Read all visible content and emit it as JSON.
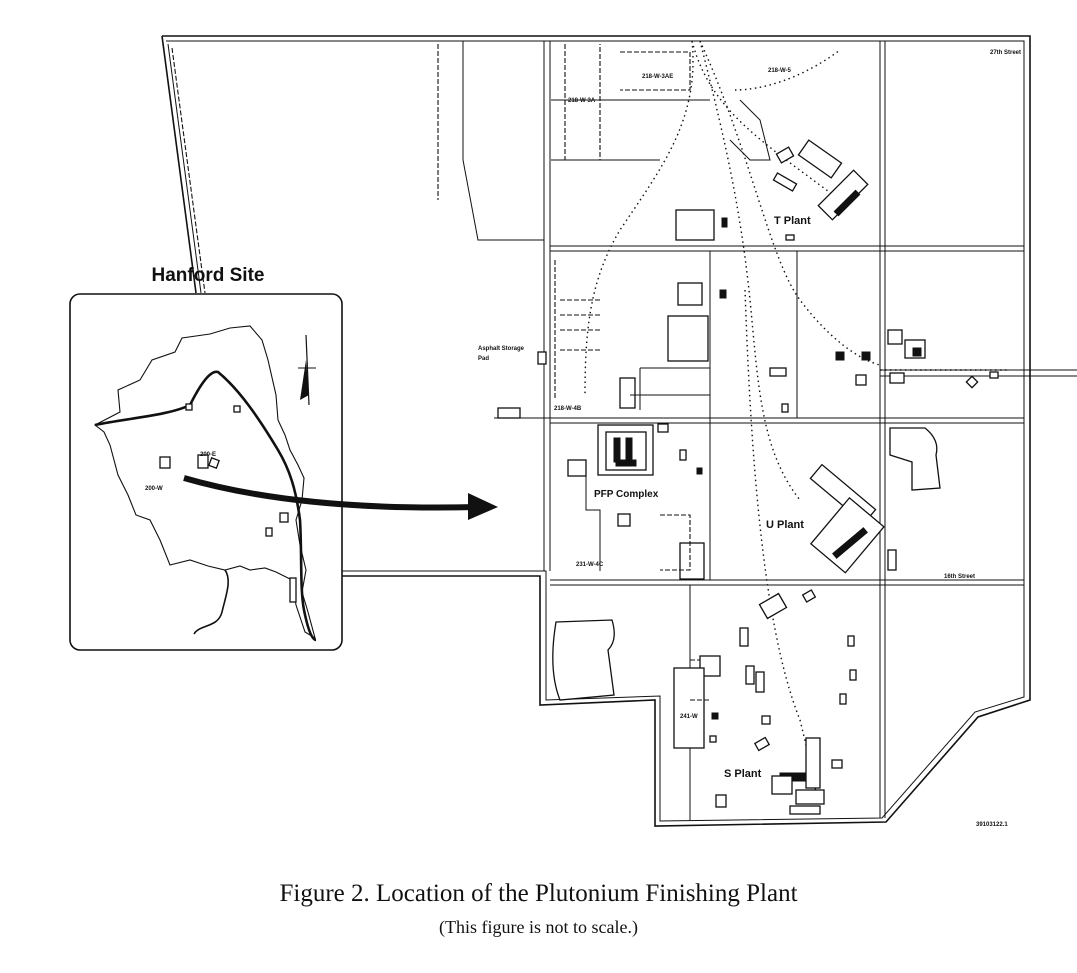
{
  "inset": {
    "title": "Hanford Site",
    "area_labels": {
      "east": "200-E",
      "west": "200-W"
    }
  },
  "map_labels": {
    "t_plant": "T Plant",
    "u_plant": "U Plant",
    "s_plant": "S Plant",
    "pfp_complex": "PFP Complex",
    "asphalt_line1": "Asphalt Storage",
    "asphalt_line2": "Pad",
    "tank_218_w_3ae": "218-W-3AE",
    "tank_218_w_3a": "218-W-3A",
    "tank_218_w_5": "218-W-5",
    "tank_218_w_4b": "218-W-4B",
    "tank_241_w": "241-W",
    "tank_231_w_4c": "231-W-4C",
    "street_27th": "27th Street",
    "street_16th": "16th Street",
    "figure_number": "39103122.1"
  },
  "caption": {
    "title": "Figure 2.  Location of the Plutonium Finishing Plant",
    "subtitle": "(This figure is not to scale.)"
  },
  "colors": {
    "ink": "#111111",
    "paper": "#ffffff"
  }
}
